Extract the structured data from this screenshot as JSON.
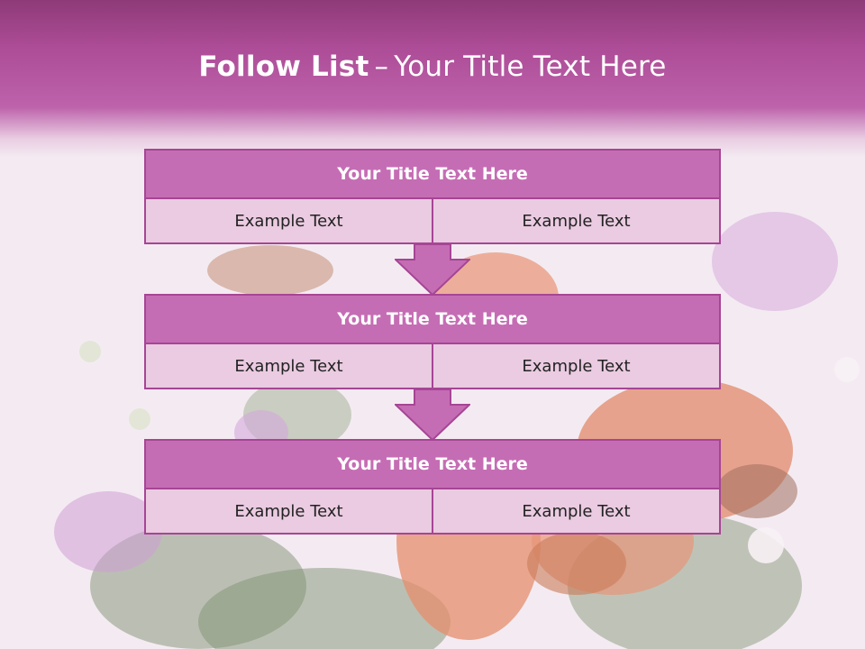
{
  "title": {
    "bold": "Follow List",
    "dash": "–",
    "rest": "Your Title Text Here"
  },
  "blocks": [
    {
      "title": "Your Title Text Here",
      "left": "Example Text",
      "right": "Example Text"
    },
    {
      "title": "Your Title Text Here",
      "left": "Example Text",
      "right": "Example Text"
    },
    {
      "title": "Your Title Text Here",
      "left": "Example Text",
      "right": "Example Text"
    }
  ],
  "colors": {
    "header": "#ad4c97",
    "box_head": "#c56db4",
    "box_cell": "#eacbe1",
    "border": "#a64595"
  }
}
